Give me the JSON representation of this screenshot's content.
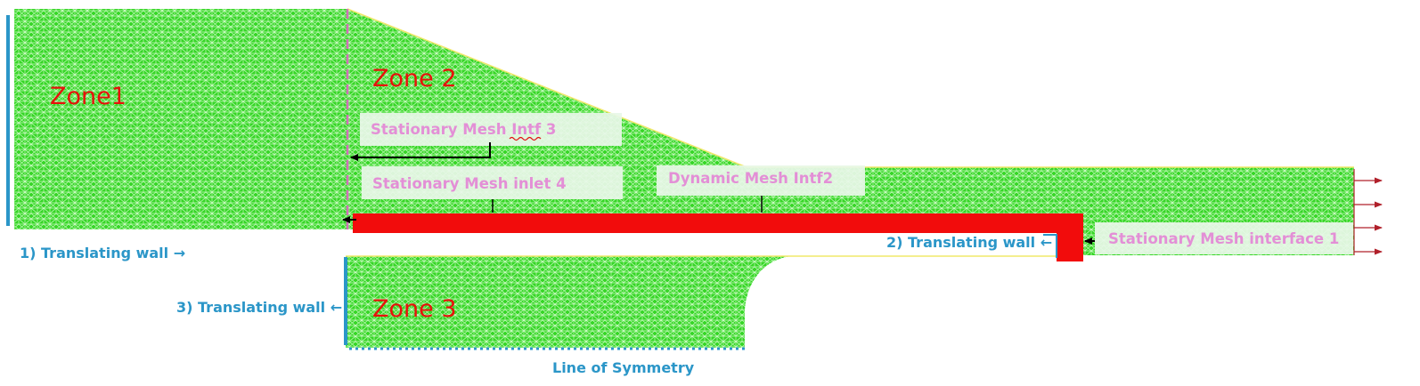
{
  "zones": {
    "zone1": "Zone1",
    "zone2": "Zone 2",
    "zone3": "Zone 3"
  },
  "callouts": {
    "intf3": "Stationary Mesh Intf 3",
    "inlet4": "Stationary Mesh inlet 4",
    "intf2": "Dynamic  Mesh Intf2",
    "interface1": "Stationary Mesh interface 1"
  },
  "walls": {
    "wall1": "1) Translating wall →",
    "wall2": "2) Translating wall ←",
    "wall3": "3) Translating wall ←"
  },
  "symmetry_label": "Line of Symmetry",
  "colors": {
    "mesh_fill": "#36d626",
    "mesh_line": "#c8fac0",
    "zone_text": "#e8110b",
    "callout_text": "#e38fd6",
    "callout_box": "#e8f8e8",
    "wall_blue": "#2b96c8",
    "moving_wall_red": "#f20c0c",
    "interface_dash": "#d06fb8",
    "boundary_yellow": "#f0e86a",
    "outlet_arrow": "#b0202a"
  }
}
